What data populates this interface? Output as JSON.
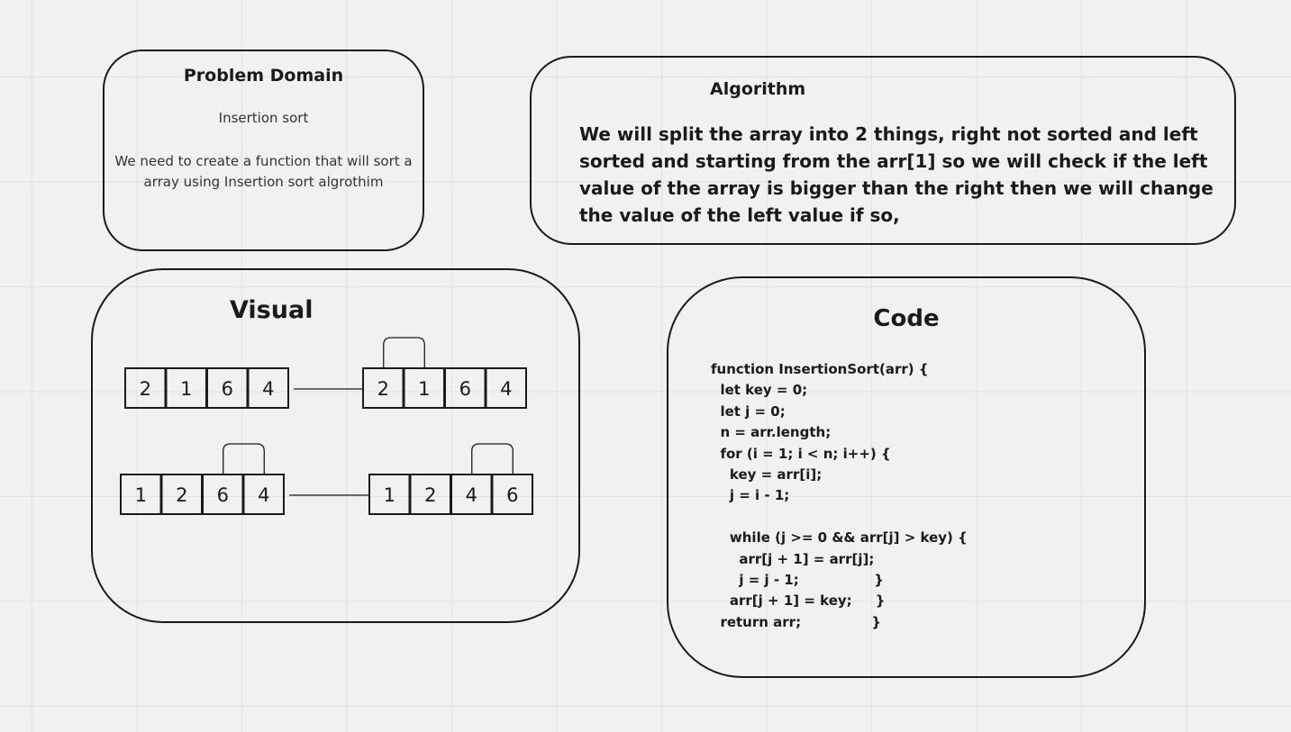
{
  "problem_domain": {
    "title": "Problem Domain",
    "subtitle": "Insertion sort",
    "description": "We need to create a function that will sort a array using Insertion sort algrothim"
  },
  "algorithm": {
    "title": "Algorithm",
    "text": "We will split the array into 2 things, right not sorted and left sorted and starting from the arr[1] so we will check if the left value of the array is bigger than the right then we will change the value of the left value if so,"
  },
  "visual": {
    "title": "Visual",
    "steps": [
      {
        "cells": [
          "2",
          "1",
          "6",
          "4"
        ],
        "bracket": null
      },
      {
        "cells": [
          "2",
          "1",
          "6",
          "4"
        ],
        "bracket": [
          0,
          1
        ]
      },
      {
        "cells": [
          "1",
          "2",
          "6",
          "4"
        ],
        "bracket": [
          2,
          3
        ]
      },
      {
        "cells": [
          "1",
          "2",
          "4",
          "6"
        ],
        "bracket": [
          2,
          3
        ]
      }
    ]
  },
  "code": {
    "title": "Code",
    "source": "function InsertionSort(arr) {\n  let key = 0;\n  let j = 0;\n  n = arr.length;\n  for (i = 1; i < n; i++) {\n    key = arr[i];\n    j = i - 1;\n\n    while (j >= 0 && arr[j] > key) {\n      arr[j + 1] = arr[j];\n      j = j - 1;                }\n    arr[j + 1] = key;     }\n  return arr;               }"
  }
}
